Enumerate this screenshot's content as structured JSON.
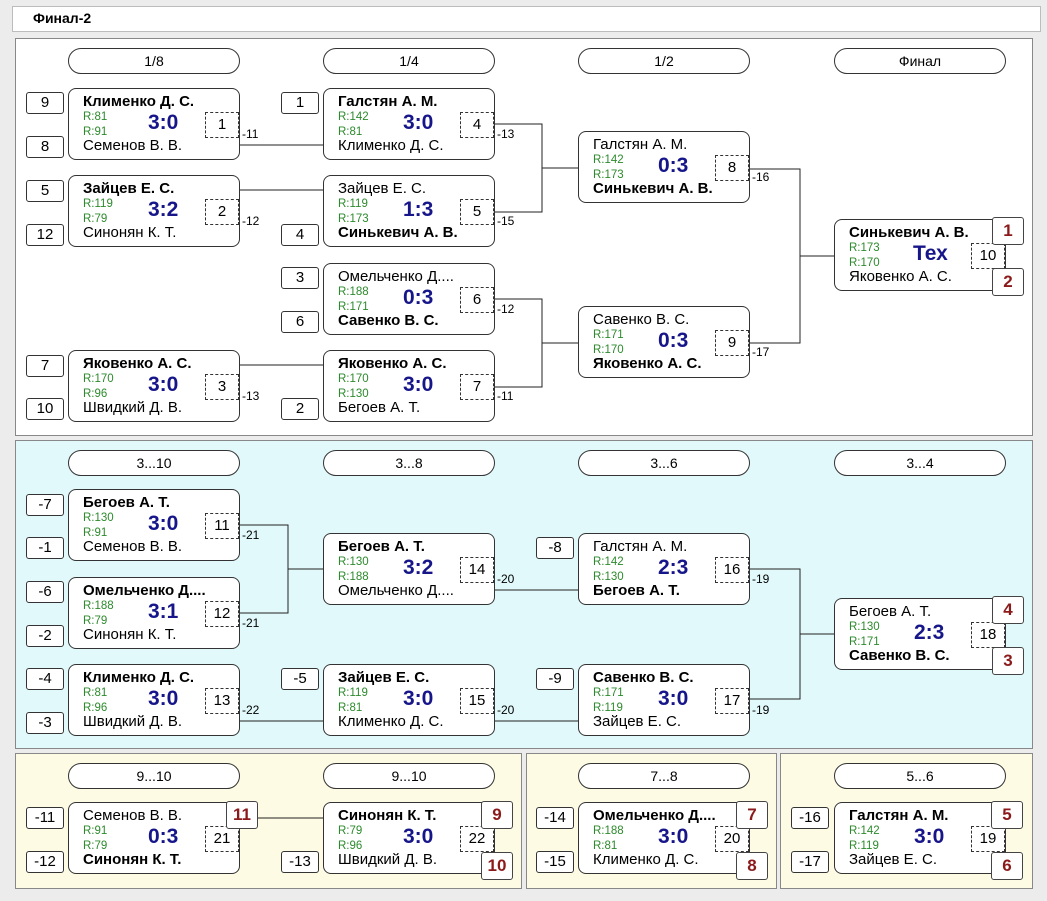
{
  "title": "Финал-2",
  "rounds": {
    "r1": "1/8",
    "r2": "1/4",
    "r3": "1/2",
    "r4": "Финал",
    "c1": "3...10",
    "c2": "3...8",
    "c3": "3...6",
    "c4": "3...4",
    "d1": "9...10",
    "d2": "9...10",
    "d3": "7...8",
    "d4": "5...6"
  },
  "matches": [
    {
      "n": "1",
      "p1": "Клименко Д. С.",
      "p2": "Семенов В. В.",
      "r1": "R:81",
      "r2": "R:91",
      "score": "3:0",
      "ref": "-11",
      "w": 1
    },
    {
      "n": "2",
      "p1": "Зайцев Е. С.",
      "p2": "Синонян К. Т.",
      "r1": "R:119",
      "r2": "R:79",
      "score": "3:2",
      "ref": "-12",
      "w": 1
    },
    {
      "n": "3",
      "p1": "Яковенко А. С.",
      "p2": "Швидкий Д. В.",
      "r1": "R:170",
      "r2": "R:96",
      "score": "3:0",
      "ref": "-13",
      "w": 1
    },
    {
      "n": "4",
      "p1": "Галстян А. М.",
      "p2": "Клименко Д. С.",
      "r1": "R:142",
      "r2": "R:81",
      "score": "3:0",
      "ref": "-13",
      "w": 1
    },
    {
      "n": "5",
      "p1": "Зайцев Е. С.",
      "p2": "Синькевич А. В.",
      "r1": "R:119",
      "r2": "R:173",
      "score": "1:3",
      "ref": "-15",
      "w": 2
    },
    {
      "n": "6",
      "p1": "Омельченко Д....",
      "p2": "Савенко В. С.",
      "r1": "R:188",
      "r2": "R:171",
      "score": "0:3",
      "ref": "-12",
      "w": 2
    },
    {
      "n": "7",
      "p1": "Яковенко А. С.",
      "p2": "Бегоев А. Т.",
      "r1": "R:170",
      "r2": "R:130",
      "score": "3:0",
      "ref": "-11",
      "w": 1
    },
    {
      "n": "8",
      "p1": "Галстян А. М.",
      "p2": "Синькевич А. В.",
      "r1": "R:142",
      "r2": "R:173",
      "score": "0:3",
      "ref": "-16",
      "w": 2
    },
    {
      "n": "9",
      "p1": "Савенко В. С.",
      "p2": "Яковенко А. С.",
      "r1": "R:171",
      "r2": "R:170",
      "score": "0:3",
      "ref": "-17",
      "w": 2
    },
    {
      "n": "10",
      "p1": "Синькевич А. В.",
      "p2": "Яковенко А. С.",
      "r1": "R:173",
      "r2": "R:170",
      "score": "Тех",
      "ref": "",
      "w": 1
    },
    {
      "n": "11",
      "p1": "Бегоев А. Т.",
      "p2": "Семенов В. В.",
      "r1": "R:130",
      "r2": "R:91",
      "score": "3:0",
      "ref": "-21",
      "w": 1
    },
    {
      "n": "12",
      "p1": "Омельченко Д....",
      "p2": "Синонян К. Т.",
      "r1": "R:188",
      "r2": "R:79",
      "score": "3:1",
      "ref": "-21",
      "w": 1
    },
    {
      "n": "13",
      "p1": "Клименко Д. С.",
      "p2": "Швидкий Д. В.",
      "r1": "R:81",
      "r2": "R:96",
      "score": "3:0",
      "ref": "-22",
      "w": 1
    },
    {
      "n": "14",
      "p1": "Бегоев А. Т.",
      "p2": "Омельченко Д....",
      "r1": "R:130",
      "r2": "R:188",
      "score": "3:2",
      "ref": "-20",
      "w": 1
    },
    {
      "n": "15",
      "p1": "Зайцев Е. С.",
      "p2": "Клименко Д. С.",
      "r1": "R:119",
      "r2": "R:81",
      "score": "3:0",
      "ref": "-20",
      "w": 1
    },
    {
      "n": "16",
      "p1": "Галстян А. М.",
      "p2": "Бегоев А. Т.",
      "r1": "R:142",
      "r2": "R:130",
      "score": "2:3",
      "ref": "-19",
      "w": 2
    },
    {
      "n": "17",
      "p1": "Савенко В. С.",
      "p2": "Зайцев Е. С.",
      "r1": "R:171",
      "r2": "R:119",
      "score": "3:0",
      "ref": "-19",
      "w": 1
    },
    {
      "n": "18",
      "p1": "Бегоев А. Т.",
      "p2": "Савенко В. С.",
      "r1": "R:130",
      "r2": "R:171",
      "score": "2:3",
      "ref": "",
      "w": 2
    },
    {
      "n": "21",
      "p1": "Семенов В. В.",
      "p2": "Синонян К. Т.",
      "r1": "R:91",
      "r2": "R:79",
      "score": "0:3",
      "ref": "",
      "w": 2
    },
    {
      "n": "22",
      "p1": "Синонян К. Т.",
      "p2": "Швидкий Д. В.",
      "r1": "R:79",
      "r2": "R:96",
      "score": "3:0",
      "ref": "",
      "w": 1
    },
    {
      "n": "20",
      "p1": "Омельченко Д....",
      "p2": "Клименко Д. С.",
      "r1": "R:188",
      "r2": "R:81",
      "score": "3:0",
      "ref": "",
      "w": 1
    },
    {
      "n": "19",
      "p1": "Галстян А. М.",
      "p2": "Зайцев Е. С.",
      "r1": "R:142",
      "r2": "R:119",
      "score": "3:0",
      "ref": "",
      "w": 1
    }
  ],
  "seeds": [
    "9",
    "8",
    "5",
    "12",
    "7",
    "10",
    "1",
    "4",
    "3",
    "6",
    "2",
    "-7",
    "-1",
    "-6",
    "-2",
    "-4",
    "-3",
    "-5",
    "-8",
    "-9",
    "-11",
    "-12",
    "-13",
    "-14",
    "-15",
    "-16",
    "-17"
  ],
  "places": [
    "1",
    "2",
    "4",
    "3",
    "11",
    "9",
    "10",
    "7",
    "8",
    "5",
    "6"
  ],
  "colors": {
    "top": "#ffffff",
    "consolation": "#e2f9fb",
    "lower": "#fdfbe4",
    "score": "#16168a",
    "rating": "#2c8a2c",
    "place": "#8b1a1a"
  }
}
